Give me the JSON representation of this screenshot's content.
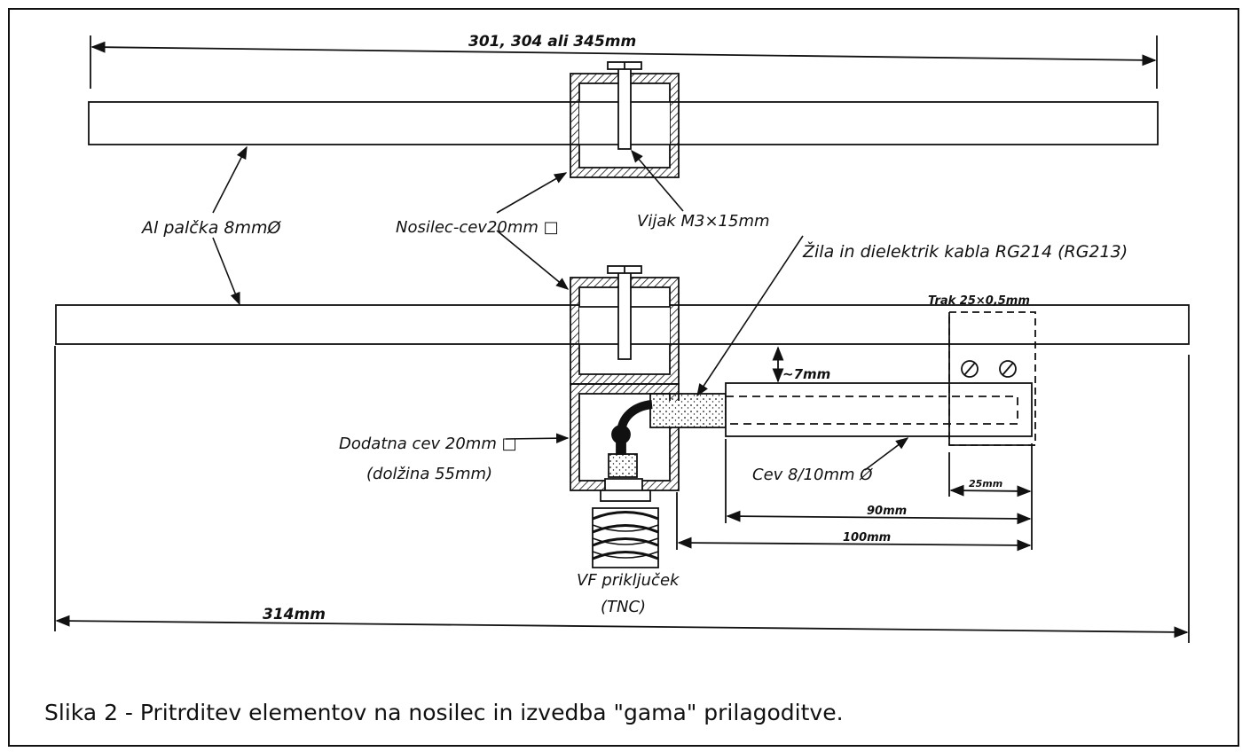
{
  "dimensions": {
    "top_rod_length": "301, 304 ali 345mm",
    "bottom_rod_length": "314mm",
    "gap": "~7mm",
    "tube_length": "90mm",
    "match_length": "100mm",
    "strap_length": "25mm"
  },
  "labels": {
    "rod": "Al palčka 8mmØ",
    "carrier": "Nosilec-cev20mm □",
    "screw": "Vijak M3×15mm",
    "core": "Žila in dielektrik kabla RG214 (RG213)",
    "strap": "Trak 25×0,5mm",
    "extra_tube_line1": "Dodatna cev 20mm □",
    "extra_tube_line2": "(dolžina 55mm)",
    "tube": "Cev 8/10mm Ø",
    "connector_line1": "VF priključek",
    "connector_line2": "(TNC)"
  },
  "caption": "Slika 2 - Pritrditev elementov na nosilec in izvedba \"gama\" prilagoditve."
}
